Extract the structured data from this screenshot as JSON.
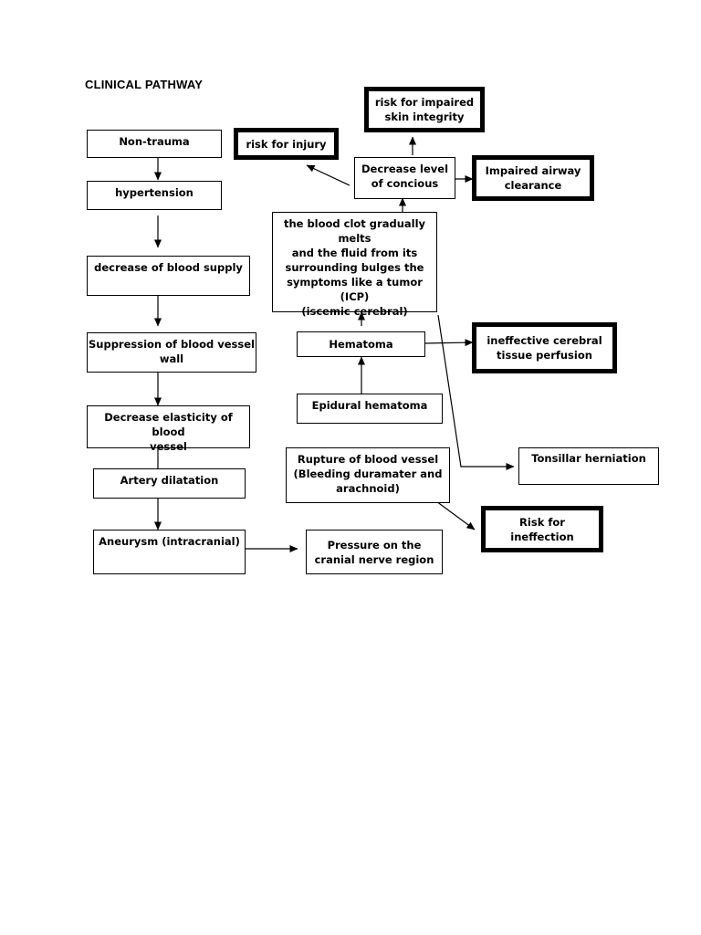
{
  "title": "CLINICAL PATHWAY",
  "nodes": {
    "non_trauma": "Non-trauma",
    "hypertension": "hypertension",
    "decrease_blood_supply": "decrease of blood supply",
    "suppression": "Suppression of blood vessel\nwall",
    "decrease_elasticity": "Decrease elasticity of blood\nvessel",
    "artery_dilatation": "Artery dilatation",
    "aneurysm": "Aneurysm (intracranial)",
    "pressure": "Pressure on the\ncranial nerve region",
    "rupture": "Rupture of blood vessel\n(Bleeding duramater and\narachnoid)",
    "epidural": "Epidural hematoma",
    "hematoma": "Hematoma",
    "blood_clot": "the blood clot gradually melts\nand the fluid from its\nsurrounding bulges the\nsymptoms like a tumor (ICP)\n(iscemic cerebral)",
    "decrease_conscious": "Decrease level\nof concious",
    "risk_injury": "risk for injury",
    "risk_skin": "risk for impaired\nskin integrity",
    "airway": "Impaired airway\nclearance",
    "cerebral_perfusion": "ineffective cerebral\ntissue perfusion",
    "tonsillar": "Tonsillar herniation",
    "risk_infection": "Risk for\nineffection"
  }
}
